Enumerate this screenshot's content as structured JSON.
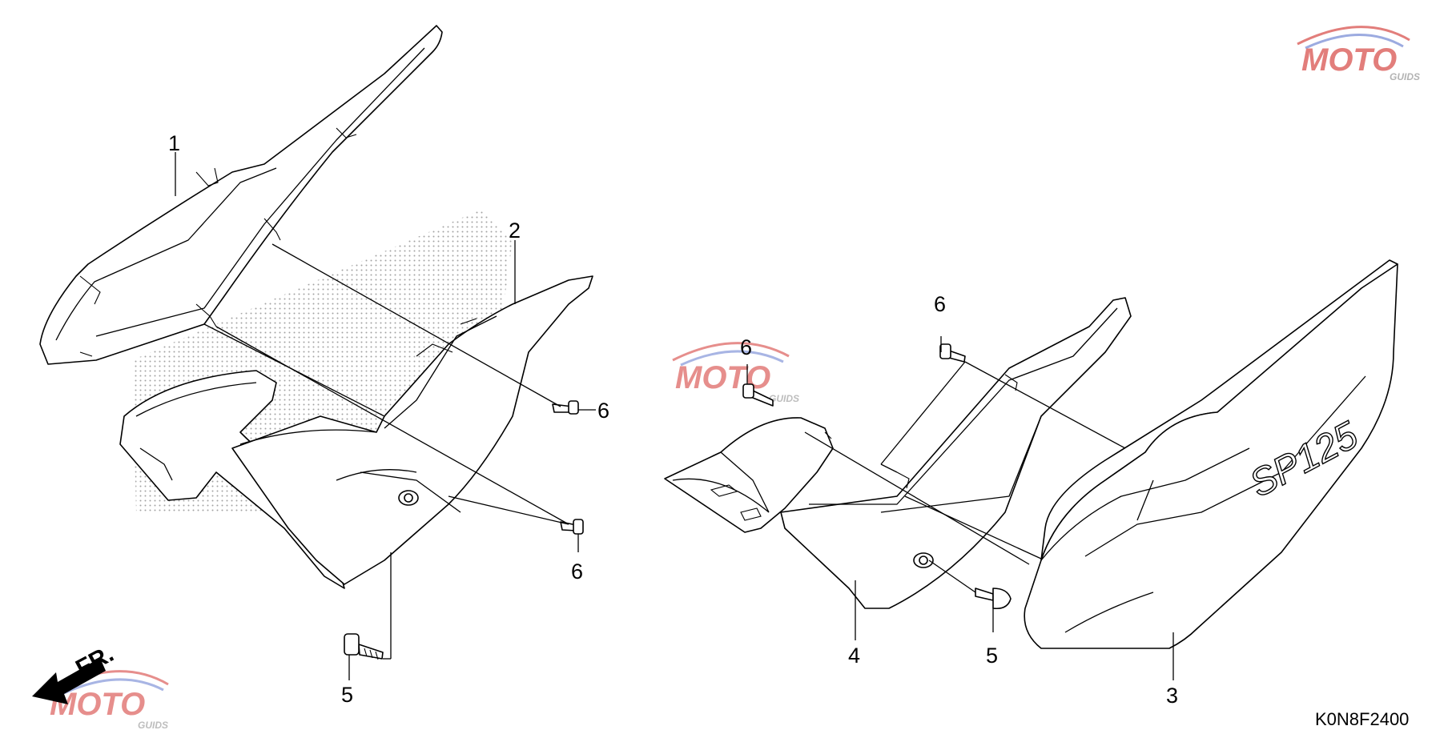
{
  "diagram": {
    "callouts": {
      "part1": "1",
      "part2": "2",
      "part3": "3",
      "part4": "4",
      "part5_left": "5",
      "part5_right": "5",
      "part6_left_upper": "6",
      "part6_left_lower": "6",
      "part6_right_a": "6",
      "part6_right_b": "6"
    },
    "front_arrow_label": "FR.",
    "diagram_code": "K0N8F2400",
    "emblem_text": "SP125",
    "watermark": {
      "brand": "MOTO",
      "sub": "GUIDS"
    },
    "colors": {
      "line": "#000000",
      "watermark_red": "#d9534f",
      "watermark_blue": "#7b8fd6",
      "watermark_gray": "#9a9a9a"
    }
  }
}
